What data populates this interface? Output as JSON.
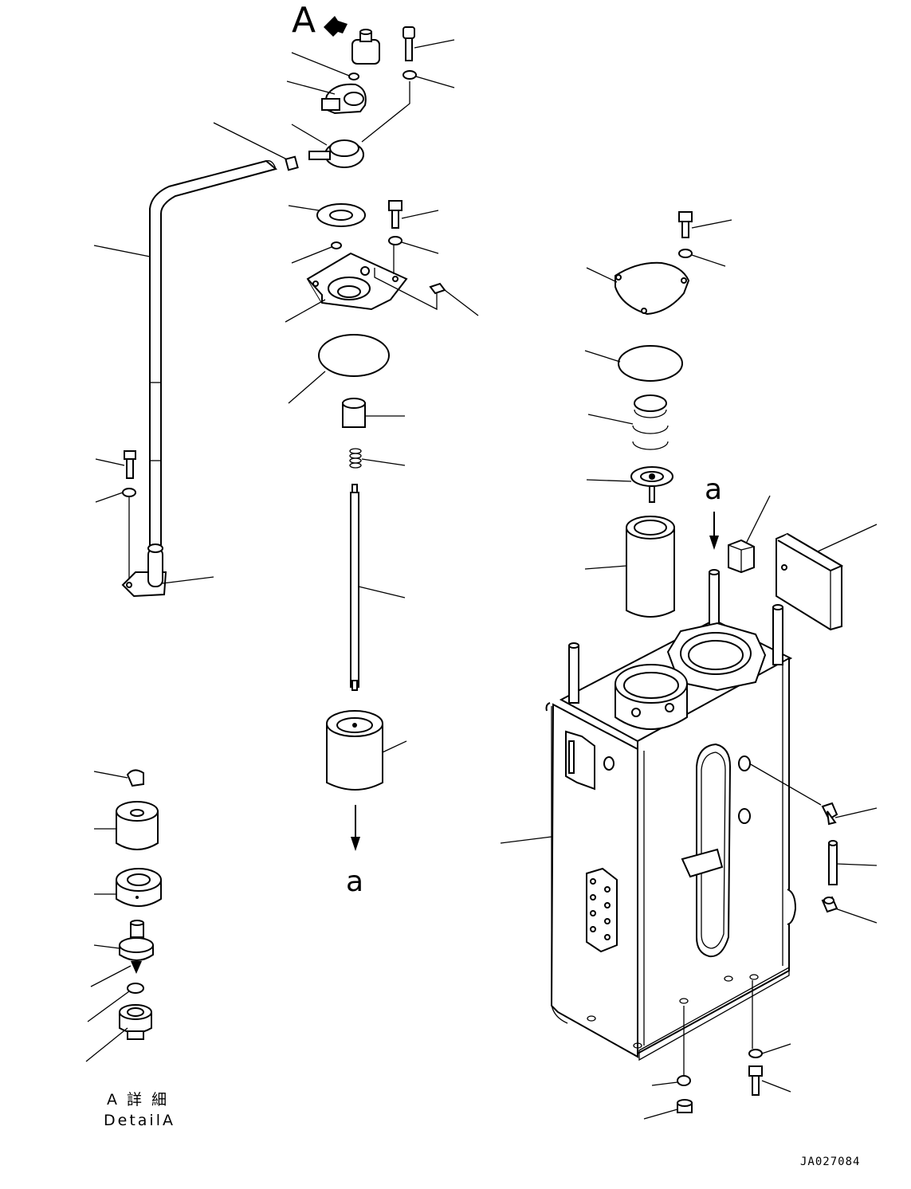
{
  "labels": {
    "view_a": "A",
    "arrow_top": "a",
    "arrow_bottom": "a",
    "detail_jp": "A 詳 細",
    "detail_en": "DetailA",
    "figure_code": "JA027084"
  },
  "colors": {
    "ink": "#000000",
    "paper": "#ffffff"
  }
}
